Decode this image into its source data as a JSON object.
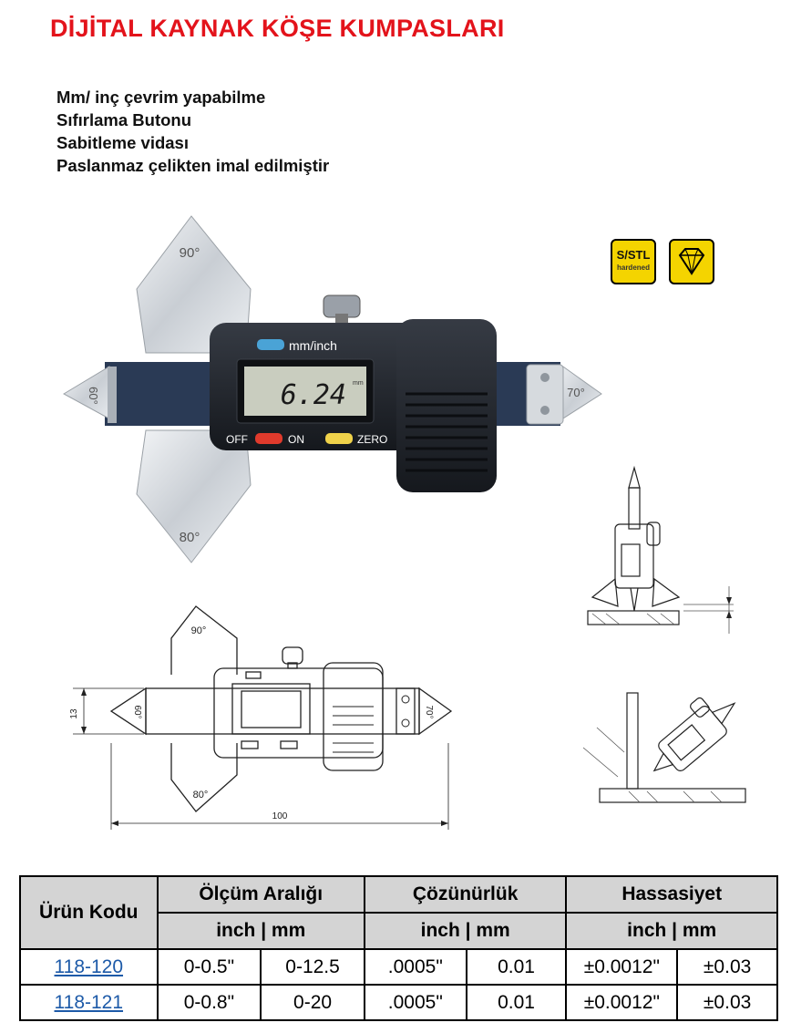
{
  "page": {
    "title": "DİJİTAL KAYNAK KÖŞE KUMPASLARI",
    "features": [
      "Mm/ inç çevrim yapabilme",
      "Sıfırlama Butonu",
      "Sabitleme vidası",
      "Paslanmaz çelikten imal edilmiştir"
    ]
  },
  "photo": {
    "angle_top": "90°",
    "angle_left": "60°",
    "angle_right": "70°",
    "angle_bottom": "80°",
    "mode_label": "mm/inch",
    "display": "6.24",
    "display_unit": "mm",
    "off_label": "OFF",
    "on_label": "ON",
    "zero_label": "ZERO",
    "colors": {
      "body": "#1e2228",
      "mode_btn": "#4aa3d6",
      "on_btn": "#e03a2c",
      "zero_btn": "#f0d24a",
      "lcd": "#c9cdbf"
    }
  },
  "badges": {
    "sstl_line1": "S/STL",
    "sstl_line2": "hardened",
    "diamond_icon": "diamond-icon"
  },
  "drawing": {
    "angle_top": "90°",
    "angle_left": "60°",
    "angle_right": "70°",
    "angle_bottom": "80°",
    "dim_height": "13",
    "dim_length": "100"
  },
  "table": {
    "headers": {
      "code": "Ürün Kodu",
      "range": "Ölçüm Aralığı",
      "resolution": "Çözünürlük",
      "accuracy": "Hassasiyet",
      "unit_sub": "inch | mm"
    },
    "rows": [
      {
        "code": "118-120",
        "range_in": "0-0.5\"",
        "range_mm": "0-12.5",
        "res_in": ".0005\"",
        "res_mm": "0.01",
        "acc_in": "±0.0012\"",
        "acc_mm": "±0.03"
      },
      {
        "code": "118-121",
        "range_in": "0-0.8\"",
        "range_mm": "0-20",
        "res_in": ".0005\"",
        "res_mm": "0.01",
        "acc_in": "±0.0012\"",
        "acc_mm": "±0.03"
      }
    ]
  }
}
